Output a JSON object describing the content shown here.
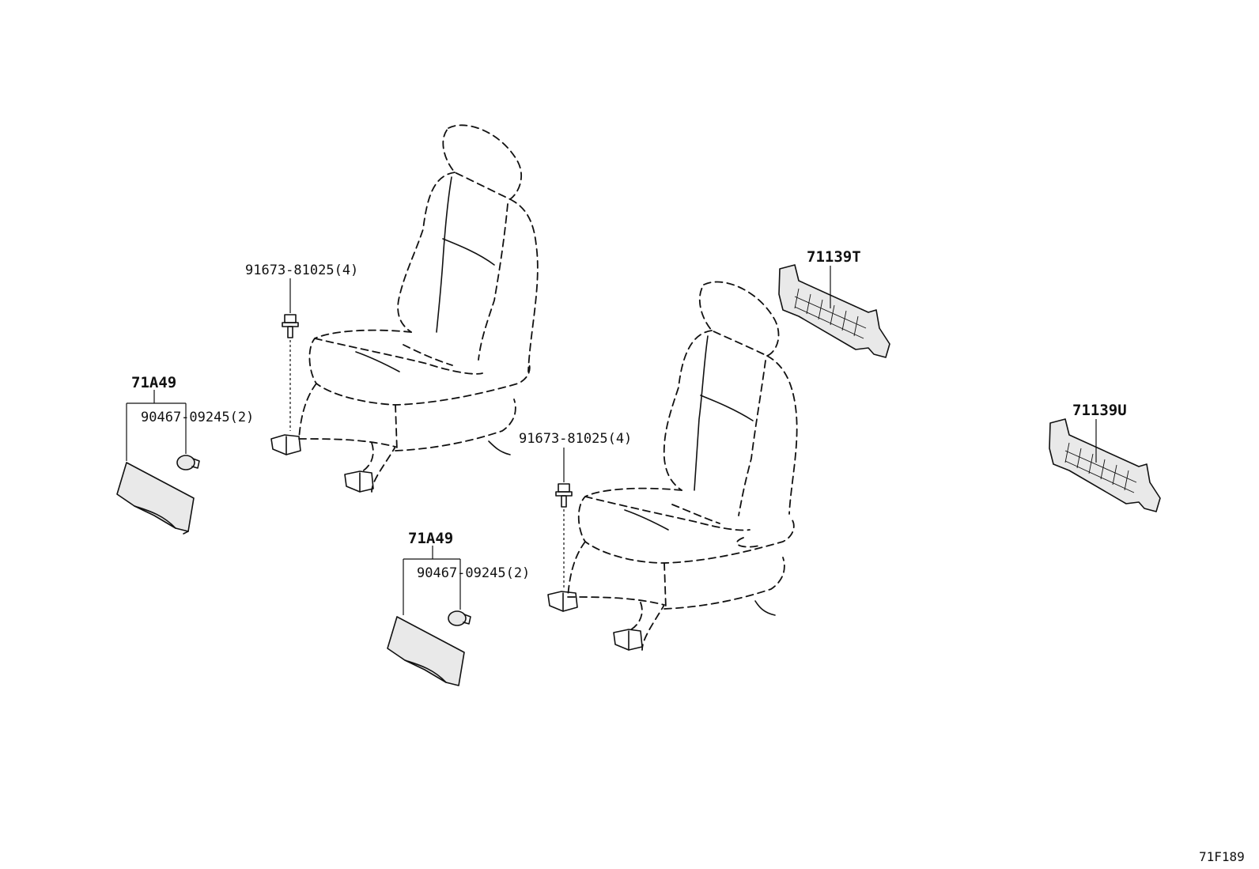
{
  "labels": {
    "bolt_left": "91673-81025(4)",
    "bolt_right": "91673-81025(4)",
    "cover_left": "71A49",
    "clip_left": "90467-09245(2)",
    "cover_right": "71A49",
    "clip_right": "90467-09245(2)",
    "bracket_top": "71139T",
    "bracket_bottom": "71139U"
  },
  "figure_ref": "71F189",
  "colors": {
    "line": "#111111",
    "background": "#ffffff"
  }
}
